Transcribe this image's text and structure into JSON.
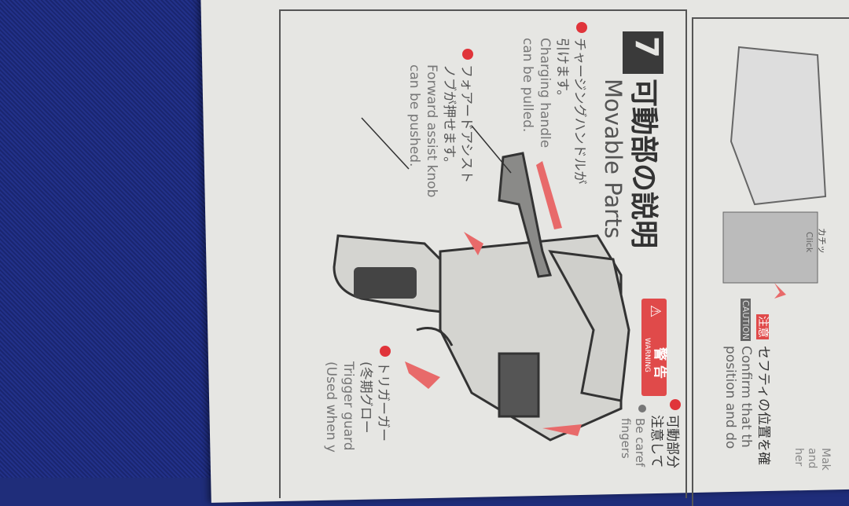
{
  "section": {
    "number": "7",
    "title_jp": "可動部の説明",
    "title_en": "Movable Parts"
  },
  "items": [
    {
      "jp": [
        "チャージングハンドルが",
        "引けます。"
      ],
      "en": [
        "Charging handle",
        "can be pulled."
      ]
    },
    {
      "jp": [
        "フォアードアシスト",
        "ノブが押せます。"
      ],
      "en": [
        "Forward assist knob",
        "can be pushed."
      ]
    },
    {
      "jp": [
        "トリガーガー",
        "(冬期グロー"
      ],
      "en": [
        "Trigger guard",
        "(Used when y"
      ]
    }
  ],
  "warning": {
    "jp": "警 告",
    "en": "WARNING",
    "lines_jp": [
      "可動部分",
      "注意して"
    ],
    "lines_en": [
      "Be caref",
      "fingers"
    ]
  },
  "caution": {
    "jp": "注意",
    "en": "CAUTION",
    "text_jp": "セフティの位置を確",
    "lines_en": [
      "Confirm that th",
      "position and do"
    ],
    "click_jp": "カチッ",
    "click_en": "Click",
    "side": [
      "Mak",
      "and",
      "her"
    ]
  },
  "colors": {
    "accent": "#e0343a",
    "fabric": "#1f2d7a",
    "paper": "#e6e6e3"
  }
}
